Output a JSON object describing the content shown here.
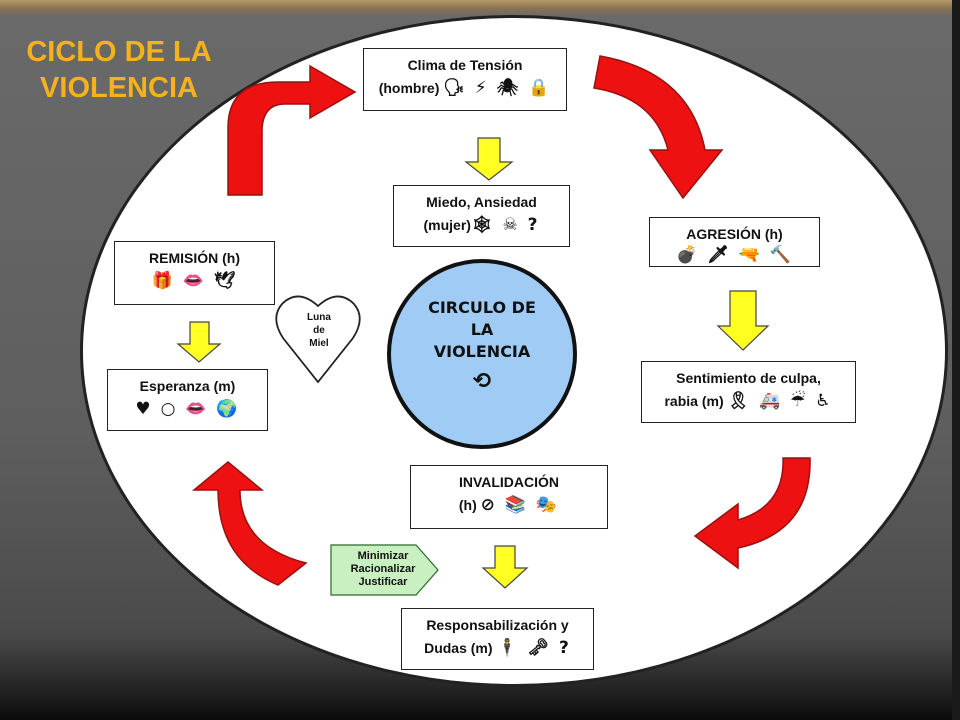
{
  "title": {
    "line1": "CICLO DE LA",
    "line2": "VIOLENCIA"
  },
  "center": {
    "line1": "CIRCULO DE",
    "line2": "LA",
    "line3": "VIOLENCIA",
    "icon": "⟲"
  },
  "boxes": {
    "clima": {
      "line1": "Clima de Tensión",
      "line2": "(hombre)",
      "icons": "🗣 ⚡ 🕷 🔒"
    },
    "miedo": {
      "line1": "Miedo, Ansiedad",
      "line2": "(mujer)",
      "icons": "🕸 ☠ ?"
    },
    "agresion": {
      "line1": "AGRESIÓN (h)",
      "icons": "💣 🗡 🔫 🔨"
    },
    "culpa": {
      "line1": "Sentimiento de culpa,",
      "line2": "rabia (m)",
      "icons": "🎗 🚑 ☔ ♿"
    },
    "invalidacion": {
      "line1": "INVALIDACIÓN",
      "line2": "(h)",
      "icons": "⊘ 📚 🎭"
    },
    "responsabilizacion": {
      "line1": "Responsabilización  y",
      "line2": "Dudas (m)",
      "icons": "🕴 🗝 ?"
    },
    "esperanza": {
      "line1": "Esperanza (m)",
      "icons": "♥ ○ 👄 🌍"
    },
    "remision": {
      "line1": "REMISIÓN (h)",
      "icons": "🎁 👄 🕊"
    }
  },
  "heart": {
    "line1": "Luna",
    "line2": "de",
    "line3": "Miel"
  },
  "pentagon": {
    "line1": "Minimizar",
    "line2": "Racionalizar",
    "line3": "Justificar"
  },
  "colors": {
    "title": "#f5b21a",
    "arrow_red": "#ee1111",
    "arrow_yellow": "#ffff22",
    "center": "#9fcbf5",
    "pentagon": "#c8f0c0"
  }
}
